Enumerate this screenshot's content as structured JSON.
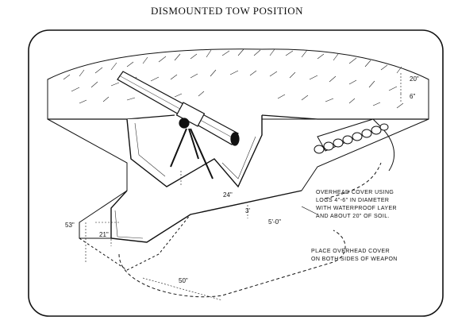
{
  "title": "DISMOUNTED TOW POSITION",
  "dimensions": {
    "d20": "20\"",
    "d6": "6\"",
    "d24": "24\"",
    "d53": "53\"",
    "d21": "21\"",
    "d50": "50\"",
    "d5ft": "5'-0\"",
    "dvert": "3'"
  },
  "notes": {
    "overhead": [
      "OVERHEAD COVER USING",
      "LOGS 4\"-6\" IN DIAMETER",
      "WITH WATERPROOF LAYER",
      "AND ABOUT 20\" OF SOIL."
    ],
    "place": [
      "PLACE OVERHEAD COVER",
      "ON BOTH SIDES OF WEAPON"
    ]
  }
}
